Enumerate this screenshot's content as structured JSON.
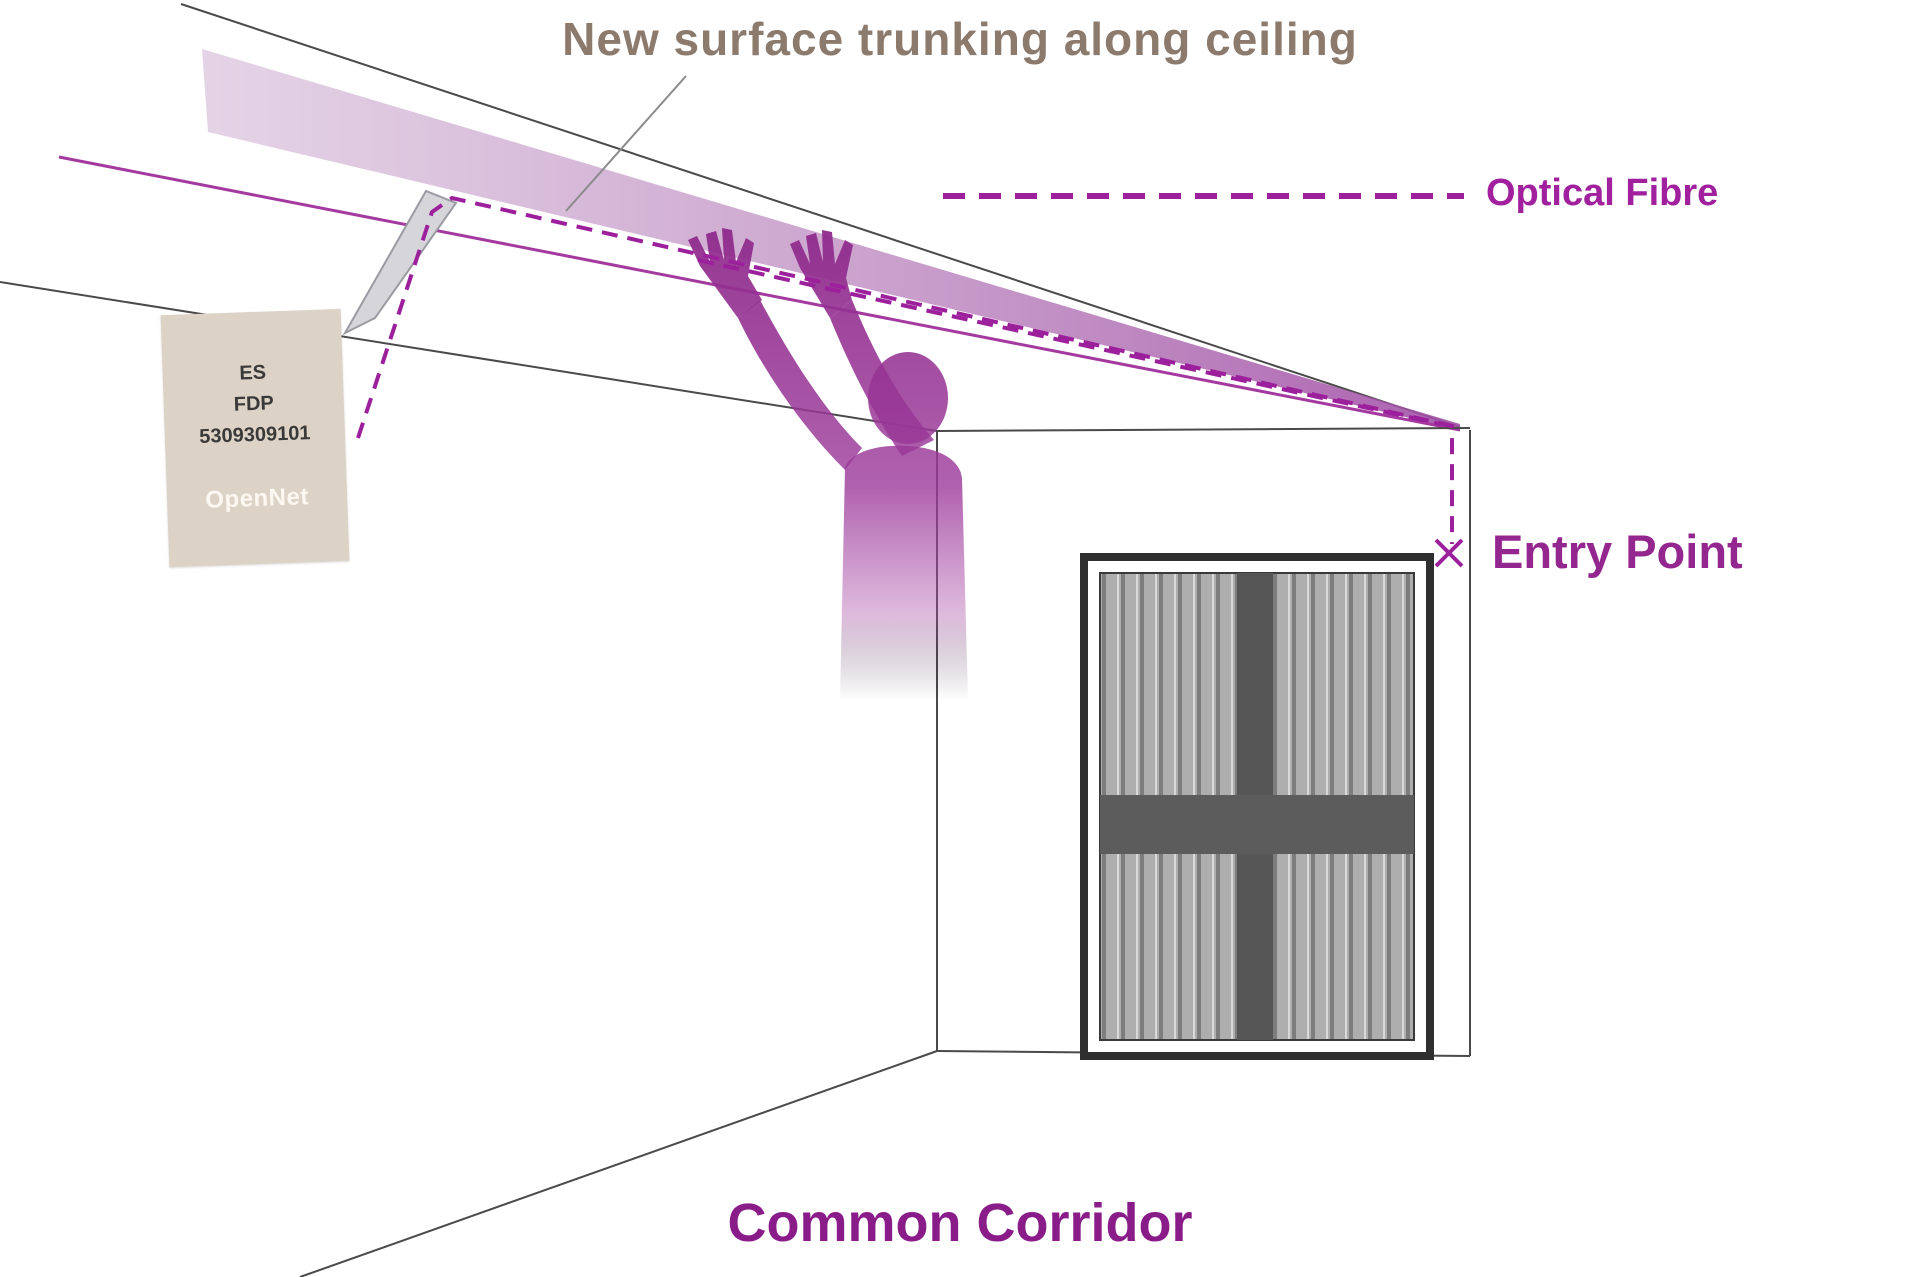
{
  "diagram": {
    "title": "New surface trunking along ceiling",
    "legend": {
      "optical_fibre_label": "Optical Fibre"
    },
    "entry_point_label": "Entry Point",
    "corridor_label": "Common Corridor",
    "fdp_box": {
      "line1": "ES",
      "line2": "FDP",
      "line3": "5309309101",
      "brand": "OpenNet"
    },
    "colors": {
      "fibre_purple": "#9c1f9c",
      "title_gray_brown": "#8c7b6d",
      "corridor_purple": "#8a1c8a",
      "beam_magenta": "#a43aa0",
      "person_magenta": "#8f2b8c",
      "wall_line": "#4a4a4a",
      "fdp_beige": "#ddd2c6",
      "door_slat_gray": "#aeaeae"
    }
  }
}
